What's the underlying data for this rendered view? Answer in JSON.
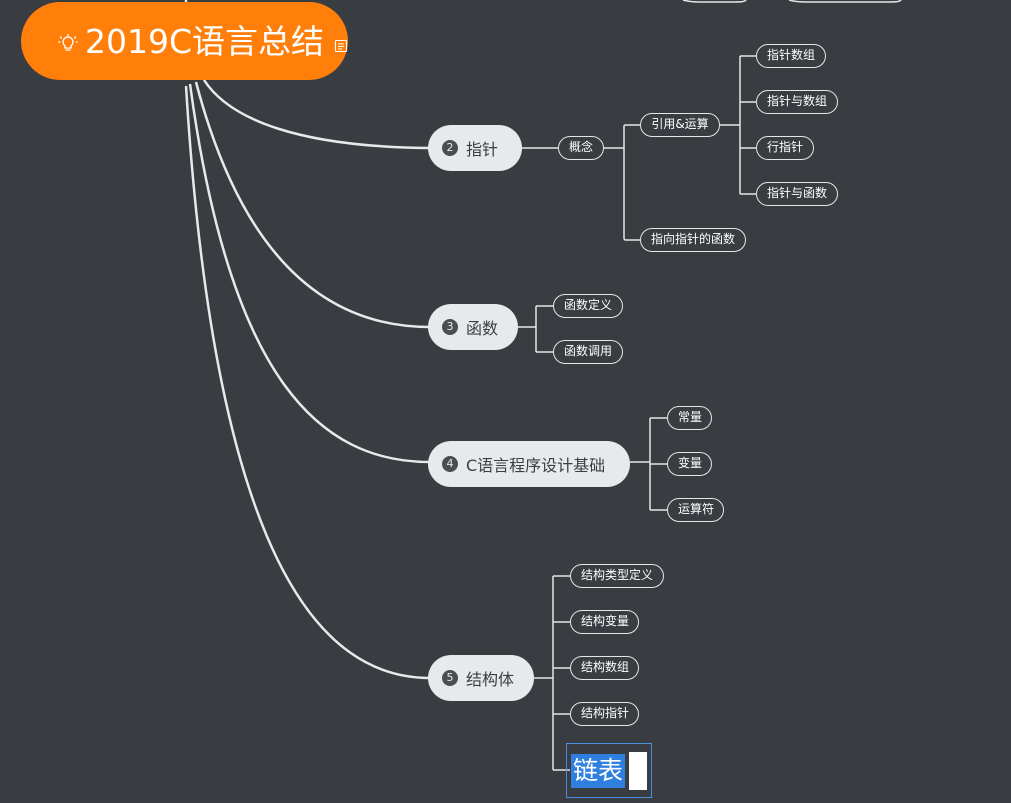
{
  "root": {
    "title": "2019C语言总结",
    "icon": "lightbulb-icon",
    "note_icon": "note-icon"
  },
  "topics": {
    "pointer": {
      "num": "2",
      "label": "指针"
    },
    "function": {
      "num": "3",
      "label": "函数"
    },
    "basics": {
      "num": "4",
      "label": "C语言程序设计基础"
    },
    "struct": {
      "num": "5",
      "label": "结构体"
    }
  },
  "pointer_sub": {
    "concept": "概念",
    "ref_ops": "引用&运算",
    "ptr_array": "指针数组",
    "ptr_and_array": "指针与数组",
    "row_ptr": "行指针",
    "ptr_and_func": "指针与函数",
    "ptr_to_ptr_func": "指向指针的函数"
  },
  "function_sub": {
    "def": "函数定义",
    "call": "函数调用"
  },
  "basics_sub": {
    "const": "常量",
    "var": "变量",
    "op": "运算符"
  },
  "struct_sub": {
    "type_def": "结构类型定义",
    "var": "结构变量",
    "array": "结构数组",
    "pointer": "结构指针",
    "editing": "链表"
  },
  "colors": {
    "background": "#393c41",
    "root": "#ff7f0a",
    "topic": "#e8e9ea",
    "line": "#e8e9ea",
    "selection": "#2f7fe0",
    "edit_border": "#4a8fe0"
  }
}
